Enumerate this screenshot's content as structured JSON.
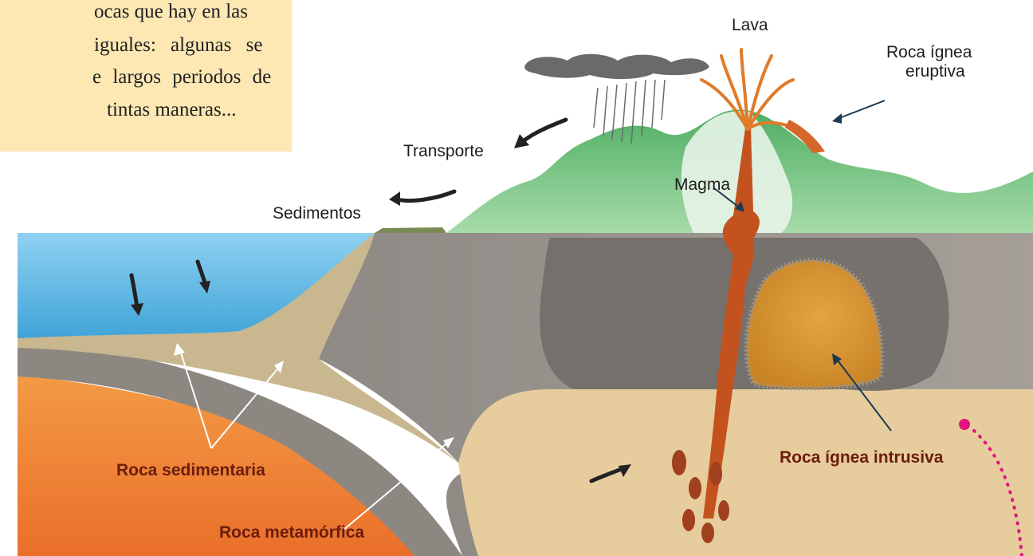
{
  "intro_text": {
    "lines": [
      "ocas que hay en las",
      "iguales: algunas se",
      "e largos periodos de",
      "tintas maneras..."
    ]
  },
  "labels": {
    "lava": "Lava",
    "roca_ignea_eruptiva_1": "Roca ígnea",
    "roca_ignea_eruptiva_2": "eruptiva",
    "transporte": "Transporte",
    "magma": "Magma",
    "sedimentos": "Sedimentos",
    "roca_sedimentaria": "Roca sedimentaria",
    "roca_metamorfica": "Roca metamórfica",
    "roca_ignea_intrusiva": "Roca ígnea intrusiva"
  },
  "colors": {
    "text_box": "#fde7b3",
    "sea": "#5fb8e6",
    "mountains": "#6cc07a",
    "magma": "#c4521f",
    "intrusive_rock": "#d8952f",
    "sedimentary_rock": "#b7a98c",
    "metamorphic_rock": "#8e8780",
    "deep_layer": "#f08a3c",
    "beige_layer": "#e8cfa0",
    "accent_dot": "#e0157f"
  }
}
